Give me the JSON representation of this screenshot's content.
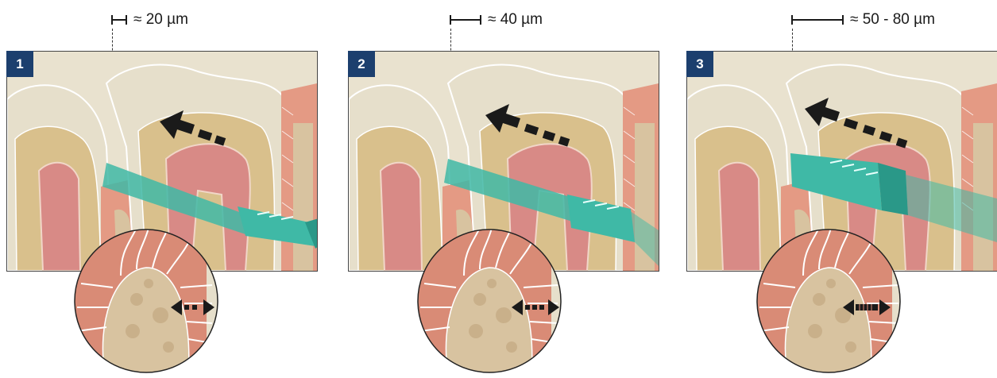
{
  "panels": [
    {
      "number": "1",
      "scale_label": "≈ 20 µm",
      "level": 1
    },
    {
      "number": "2",
      "scale_label": "≈ 40 µm",
      "level": 2
    },
    {
      "number": "3",
      "scale_label": "≈ 50 - 80 µm",
      "level": 3
    }
  ],
  "colors": {
    "badge": "#1c3f6e",
    "enamel": "#e6dfcb",
    "dentin": "#d9c08c",
    "pulp": "#d88a86",
    "ligament": "#e49a84",
    "bone": "#d8c3a0",
    "brush": "#3fb9a6",
    "arrow": "#1a1a1a"
  },
  "icons": [
    "scale-bar-icon",
    "direction-arrow-icon",
    "double-arrow-icon"
  ]
}
